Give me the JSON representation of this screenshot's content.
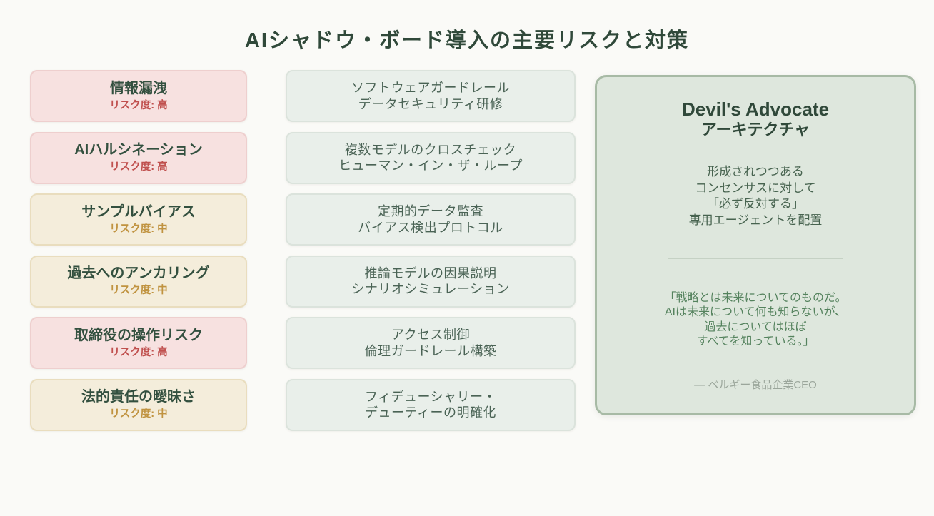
{
  "title": "AIシャドウ・ボード導入の主要リスクと対策",
  "colors": {
    "page_bg": "#fafaf7",
    "title_text": "#30493a",
    "risk_high_bg": "#f7e1e0",
    "risk_high_border": "#eecfce",
    "risk_high_text": "#c0504e",
    "risk_mid_bg": "#f4eddb",
    "risk_mid_border": "#e9ddbe",
    "risk_mid_text": "#c09340",
    "risk_title_text": "#33503f",
    "measure_bg": "#e9efea",
    "measure_border": "#dbe3dc",
    "measure_text": "#4a6355",
    "panel_bg": "#dee7dd",
    "panel_border": "#a7baa5",
    "panel_title_text": "#30493a",
    "panel_body_text": "#47634f",
    "quote_text": "#54825d",
    "attribution_text": "#9ba69b",
    "divider": "#c5d1c4"
  },
  "risks": [
    {
      "label": "情報漏洩",
      "risk_label": "リスク度: 高",
      "level": "high"
    },
    {
      "label": "AIハルシネーション",
      "risk_label": "リスク度: 高",
      "level": "high"
    },
    {
      "label": "サンプルバイアス",
      "risk_label": "リスク度: 中",
      "level": "medium"
    },
    {
      "label": "過去へのアンカリング",
      "risk_label": "リスク度: 中",
      "level": "medium"
    },
    {
      "label": "取締役の操作リスク",
      "risk_label": "リスク度: 高",
      "level": "high"
    },
    {
      "label": "法的責任の曖昧さ",
      "risk_label": "リスク度: 中",
      "level": "medium"
    }
  ],
  "measures": [
    {
      "lines": [
        "ソフトウェアガードレール",
        "データセキュリティ研修"
      ]
    },
    {
      "lines": [
        "複数モデルのクロスチェック",
        "ヒューマン・イン・ザ・ループ"
      ]
    },
    {
      "lines": [
        "定期的データ監査",
        "バイアス検出プロトコル"
      ]
    },
    {
      "lines": [
        "推論モデルの因果説明",
        "シナリオシミュレーション"
      ]
    },
    {
      "lines": [
        "アクセス制御",
        "倫理ガードレール構築"
      ]
    },
    {
      "lines": [
        "フィデューシャリー・",
        "デューティーの明確化"
      ]
    }
  ],
  "panel": {
    "title_line1": "Devil's Advocate",
    "title_line2": "アーキテクチャ",
    "body_lines": [
      "形成されつつある",
      "コンセンサスに対して",
      "「必ず反対する」",
      "専用エージェントを配置"
    ],
    "quote_lines": [
      "「戦略とは未来についてのものだ。",
      "AIは未来について何も知らないが、",
      "過去についてはほぼ",
      "すべてを知っている。」"
    ],
    "attribution": "— ベルギー食品企業CEO"
  }
}
